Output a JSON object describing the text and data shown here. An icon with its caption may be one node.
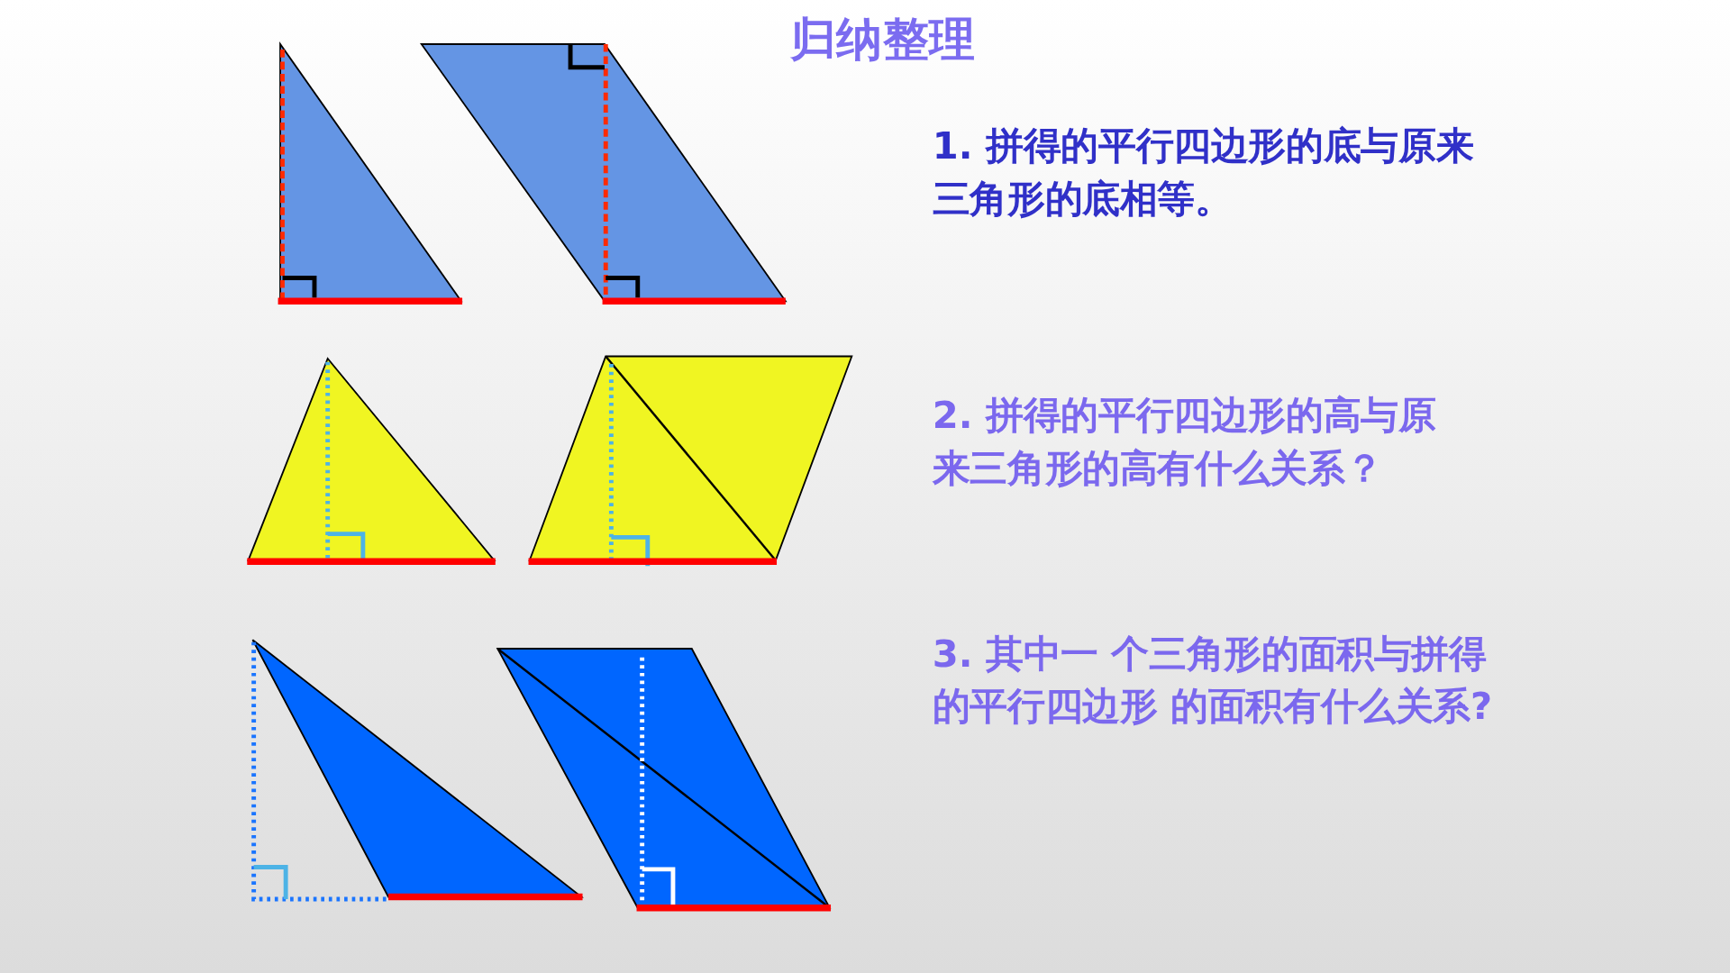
{
  "diagram": {
    "title": "归纳整理",
    "labels": [
      "1. 拼得的平行四边形的底与原来三角形的底相等。",
      "2. 拼得的平行四边形的高与原来三角形的高有什么关系？",
      "3. 其中一 个三角形的面积与拼得的平行四边形 的面积有什么关系?"
    ]
  }
}
